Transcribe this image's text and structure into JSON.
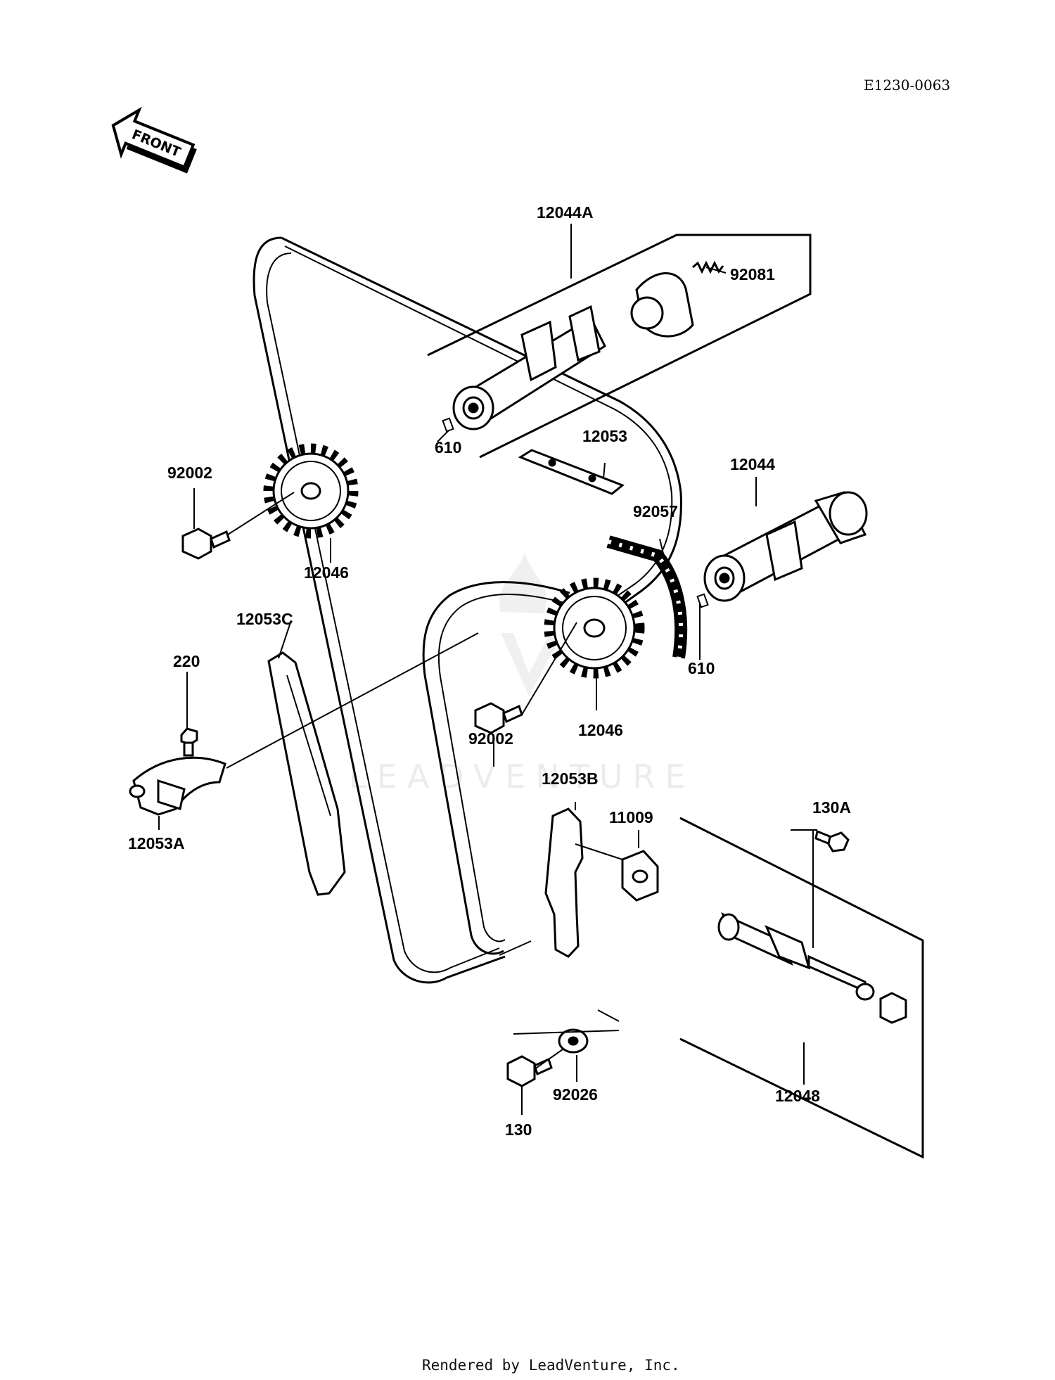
{
  "drawing_code": "E1230-0063",
  "front_indicator": "FRONT",
  "watermark": "LEADVENTURE",
  "footer": "Rendered by LeadVenture, Inc.",
  "callouts": {
    "c12044a": "12044A",
    "c92081": "92081",
    "c610_top": "610",
    "c12053": "12053",
    "c92002_top": "92002",
    "c12046_top": "12046",
    "c12044": "12044",
    "c92057": "92057",
    "c610_right": "610",
    "c12053c": "12053C",
    "c220": "220",
    "c92002_mid": "92002",
    "c12046_mid": "12046",
    "c12053a": "12053A",
    "c12053b": "12053B",
    "c11009": "11009",
    "c130a": "130A",
    "c130": "130",
    "c92026": "92026",
    "c12048": "12048"
  }
}
